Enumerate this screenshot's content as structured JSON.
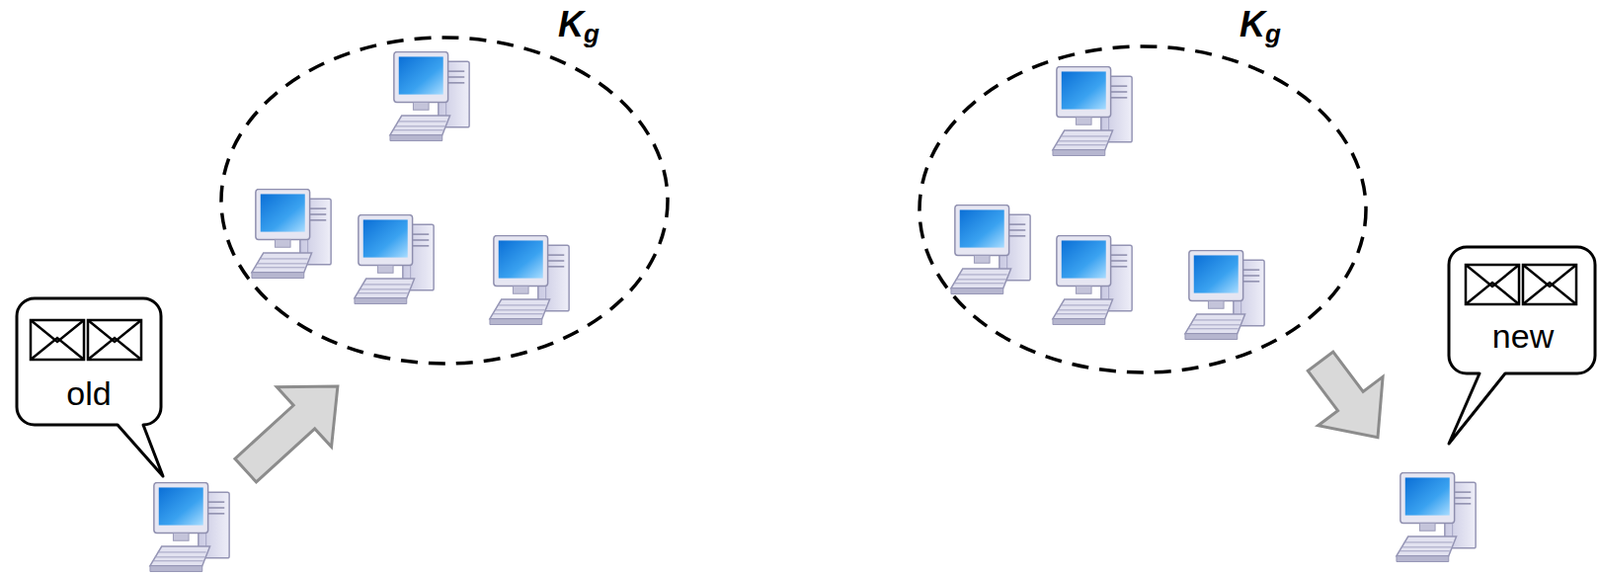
{
  "diagram": {
    "nodes": [
      {
        "text": [
          "Kg"
        ]
      },
      {
        "text": [
          "old"
        ]
      },
      {
        "text": [
          "Kg"
        ]
      },
      {
        "text": [
          "new"
        ]
      }
    ],
    "edges": [
      {
        "from": 1,
        "to": 0,
        "arrow": "to"
      },
      {
        "from": 2,
        "to": 3,
        "arrow": "to"
      }
    ]
  }
}
